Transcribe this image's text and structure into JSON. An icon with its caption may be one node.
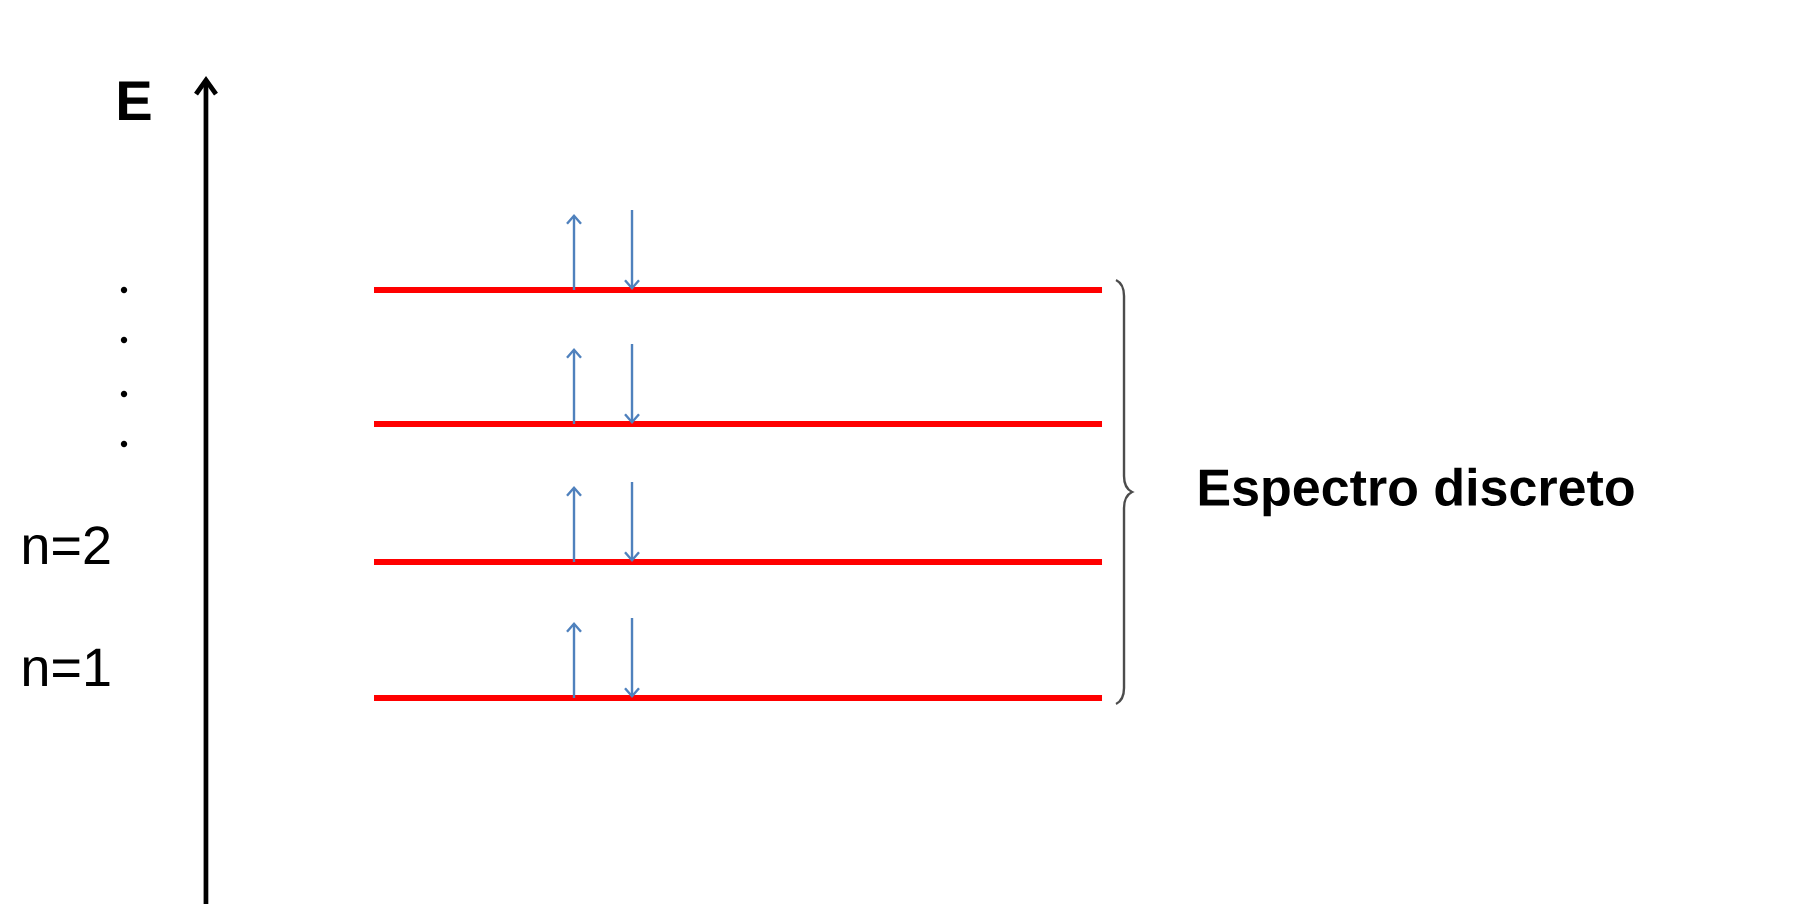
{
  "diagram": {
    "labels": [
      "E",
      "n=2",
      "n=1",
      "Espectro discreto"
    ]
  }
}
